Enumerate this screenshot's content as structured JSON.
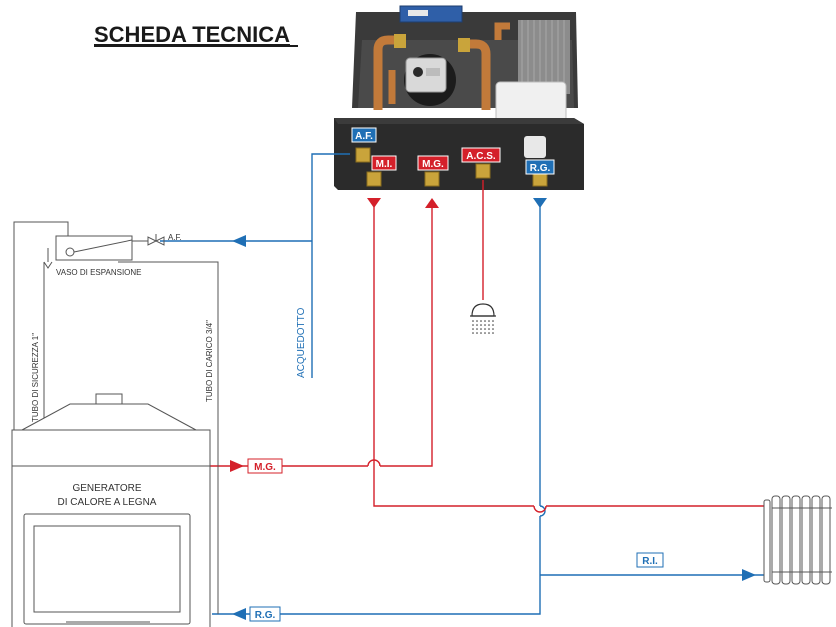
{
  "title": "SCHEDA TECNICA",
  "unit_labels": {
    "af": "A.F.",
    "mi": "M.I.",
    "mg": "M.G.",
    "acs": "A.C.S.",
    "rg": "R.G."
  },
  "expansion_vessel_label": "VASO DI ESPANSIONE",
  "valve_label": "A.F.",
  "safety_pipe_label": "TUBO DI SICUREZZA 1\"",
  "fill_pipe_label": "TUBO DI CARICO 3/4\"",
  "aqueduct_label": "ACQUEDOTTO",
  "generator_label_line1": "GENERATORE",
  "generator_label_line2": "DI CALORE A LEGNA",
  "flow_labels": {
    "mg": "M.G.",
    "rg": "R.G.",
    "ri": "R.I."
  },
  "colors": {
    "supply": "#d4202a",
    "return": "#1f6fb5",
    "outline": "#555555",
    "unit_body": "#2b2b2b"
  }
}
